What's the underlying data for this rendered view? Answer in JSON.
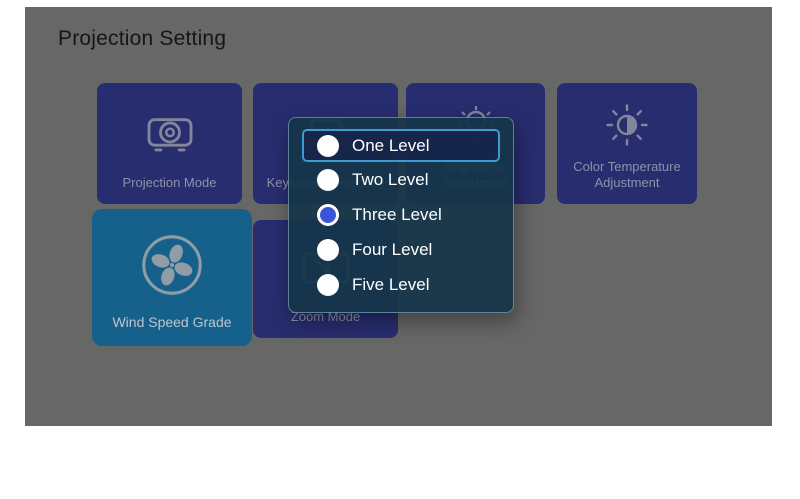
{
  "screen": {
    "title": "Projection Setting"
  },
  "tiles": [
    {
      "label": "Projection Mode",
      "icon": "projector-icon"
    },
    {
      "label": "Keystone Correction",
      "icon": "keystone-icon"
    },
    {
      "label": "Brightness Adjustment",
      "icon": "brightness-icon"
    },
    {
      "label": "Color Temperature Adjustment",
      "icon": "color-temperature-icon"
    },
    {
      "label": "Wind Speed Grade",
      "icon": "fan-icon",
      "state": "focused"
    },
    {
      "label": "Zoom Mode",
      "icon": "zoom-icon"
    }
  ],
  "dialog": {
    "purpose": "wind-speed-level-select",
    "options": [
      {
        "label": "One Level",
        "state": "focused"
      },
      {
        "label": "Two Level",
        "state": "normal"
      },
      {
        "label": "Three Level",
        "state": "selected"
      },
      {
        "label": "Four Level",
        "state": "normal"
      },
      {
        "label": "Five Level",
        "state": "normal"
      }
    ]
  },
  "colors": {
    "screen_background": "#676767",
    "tile_navy": "#282d6f",
    "tile_focused_teal": "#16618b",
    "dialog_background": "#15354a",
    "focus_ring_blue": "#3d9ad2",
    "radio_selected_blue": "#3a56d4",
    "tile_label_gray": "#8d92a6"
  }
}
